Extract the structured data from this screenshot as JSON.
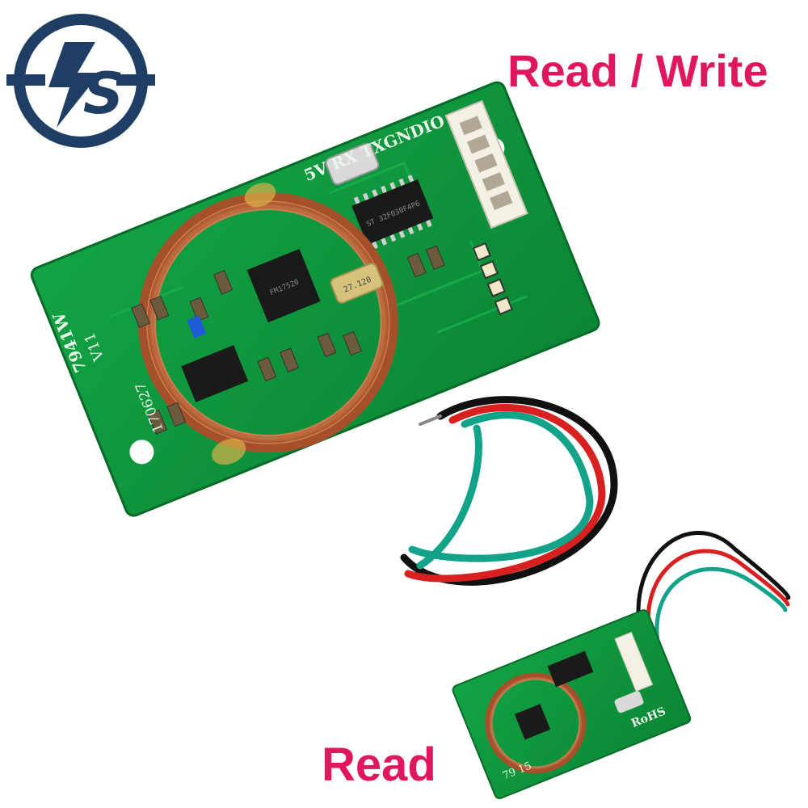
{
  "image": {
    "captions": {
      "read_write": "Read / Write",
      "read": "Read"
    },
    "logo": {
      "name": "brand-logo-icon",
      "letter": "S",
      "color": "#1f3e63"
    },
    "large_board": {
      "pin_labels": "5V RX TXGNDIO",
      "model": "7941W",
      "version": "V11",
      "date_code": "170627",
      "crystal_marking": "27.120",
      "chip_marking": "ST 32F030F4P6",
      "reader_chip_marking": "FM17520"
    },
    "small_board": {
      "rohs": "RoHS",
      "marking": "79 15"
    },
    "colors": {
      "caption": "#e0175f",
      "pcb": "#0f9a3e",
      "pcb_dark": "#0a7a30",
      "coil": "#c56a3a",
      "wire_red": "#d92020",
      "wire_green": "#13a38a",
      "wire_black": "#111111"
    }
  }
}
